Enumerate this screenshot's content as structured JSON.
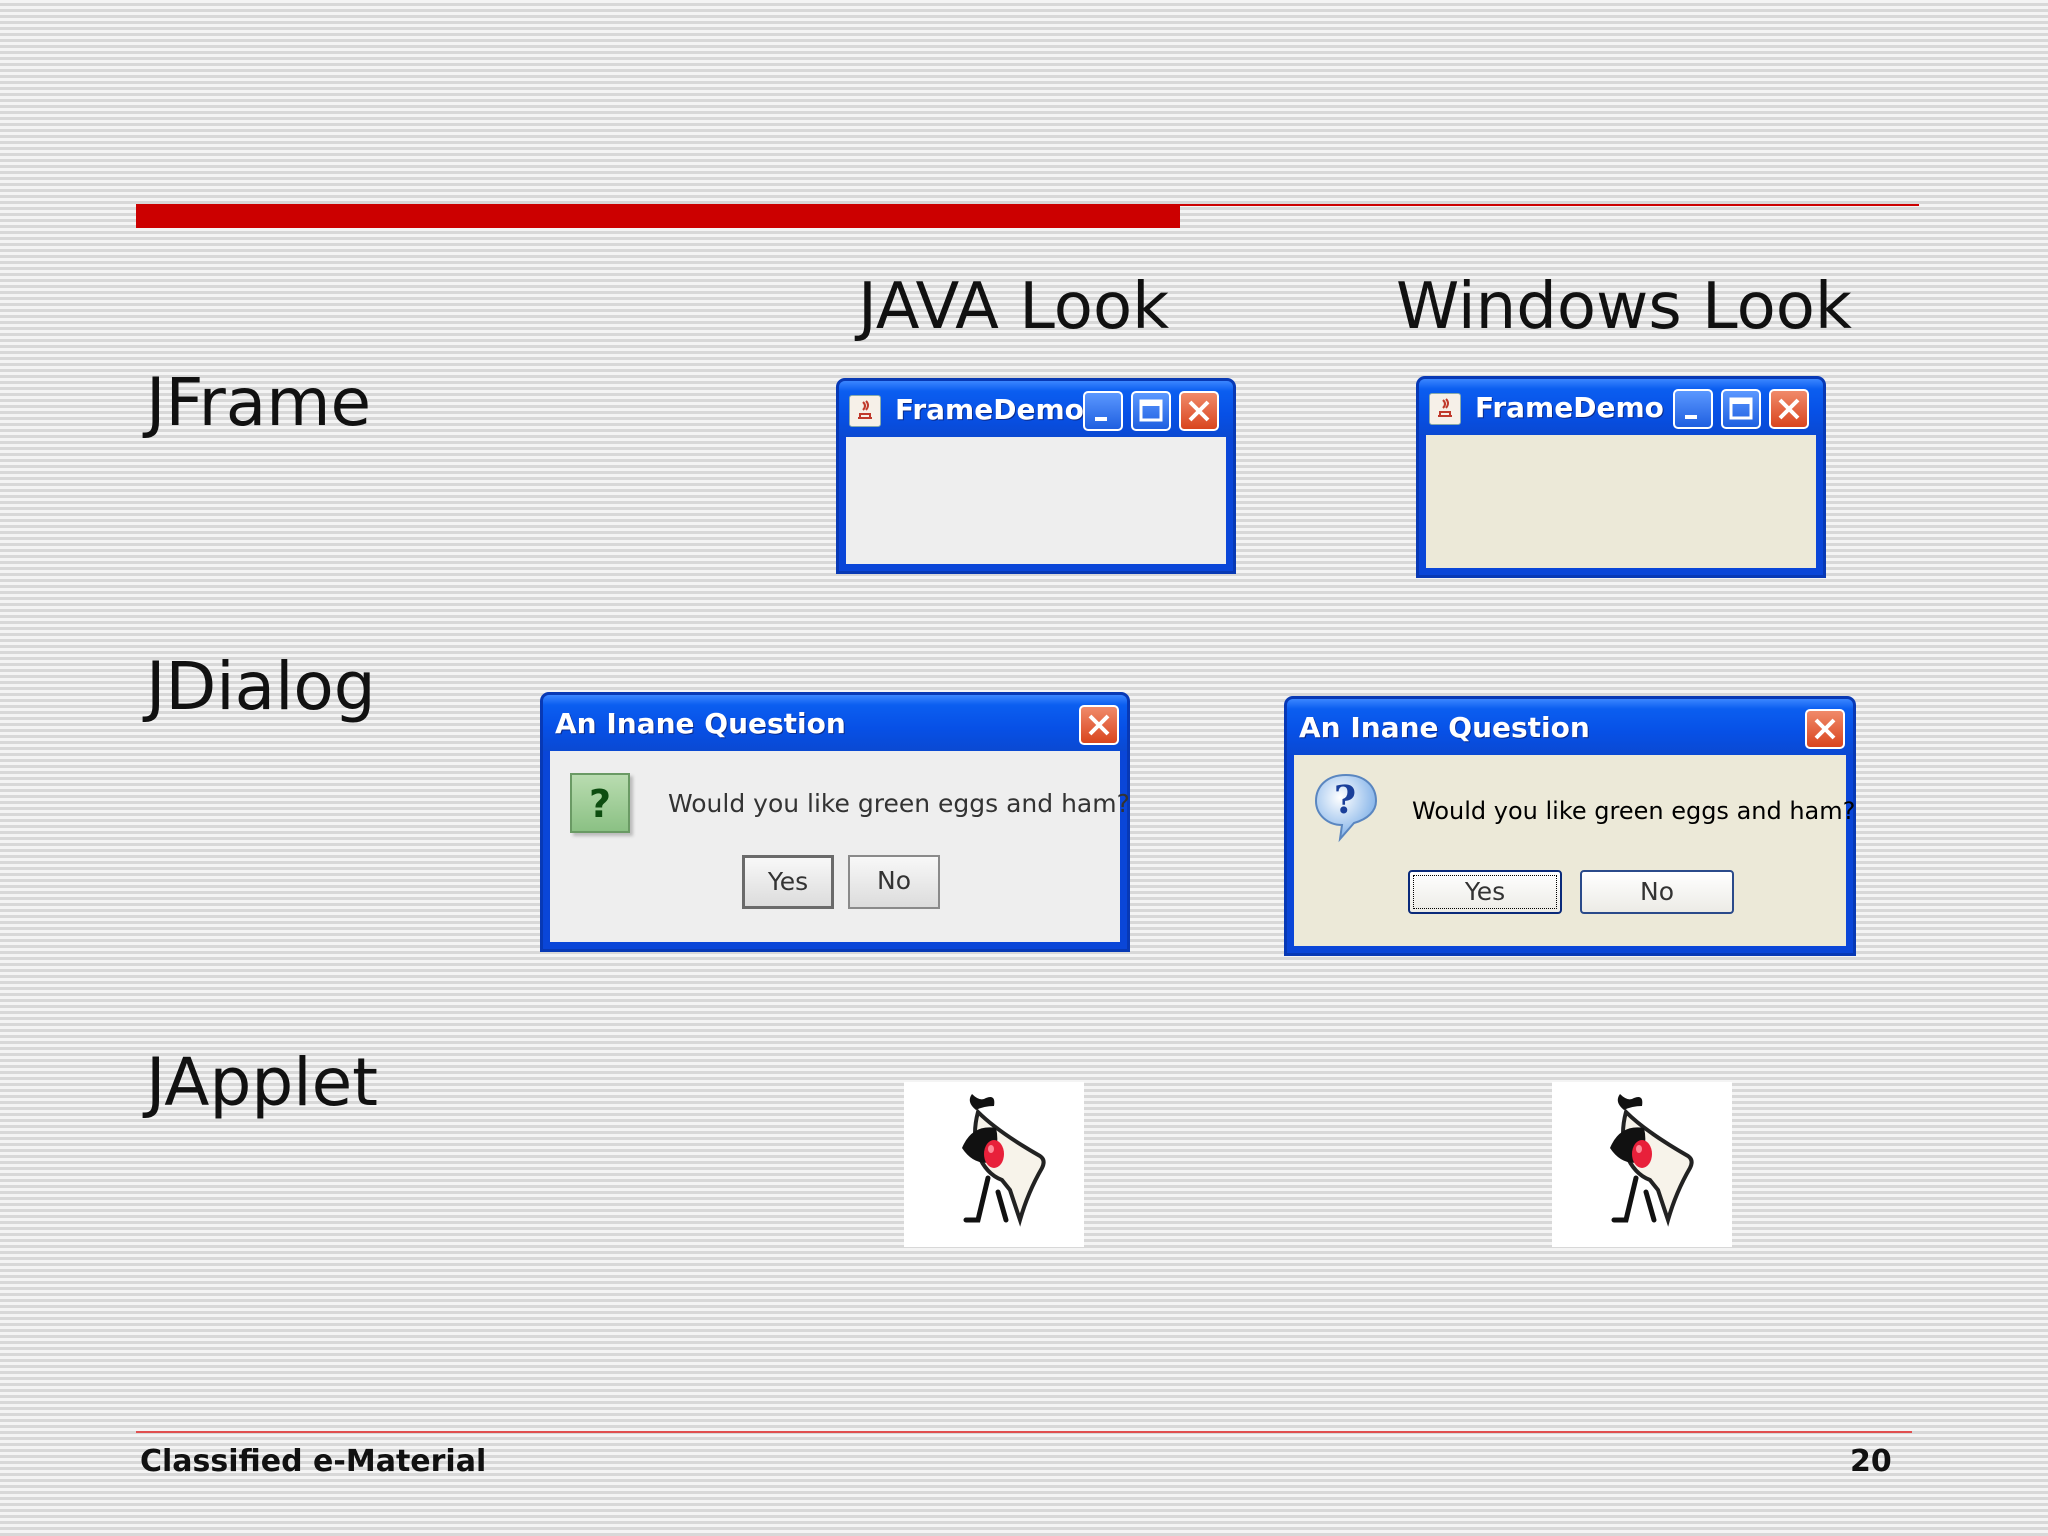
{
  "slide": {
    "columns": {
      "java": "JAVA Look",
      "windows": "Windows Look"
    },
    "rows": {
      "jframe": "JFrame",
      "jdialog": "JDialog",
      "japplet": "JApplet"
    },
    "footer": {
      "left": "Classified e-Material",
      "page": "20"
    }
  },
  "frame_demo": {
    "title": "FrameDemo",
    "java_client_color": "#eeeeee",
    "windows_client_color": "#ece9d8"
  },
  "dialog": {
    "title": "An Inane Question",
    "message": "Would you like green eggs and ham?",
    "yes_label": "Yes",
    "no_label": "No"
  },
  "applet": {
    "icon": "duke-mascot-icon"
  },
  "colors": {
    "accent_red": "#cc0000",
    "xp_blue": "#0a46d8"
  }
}
